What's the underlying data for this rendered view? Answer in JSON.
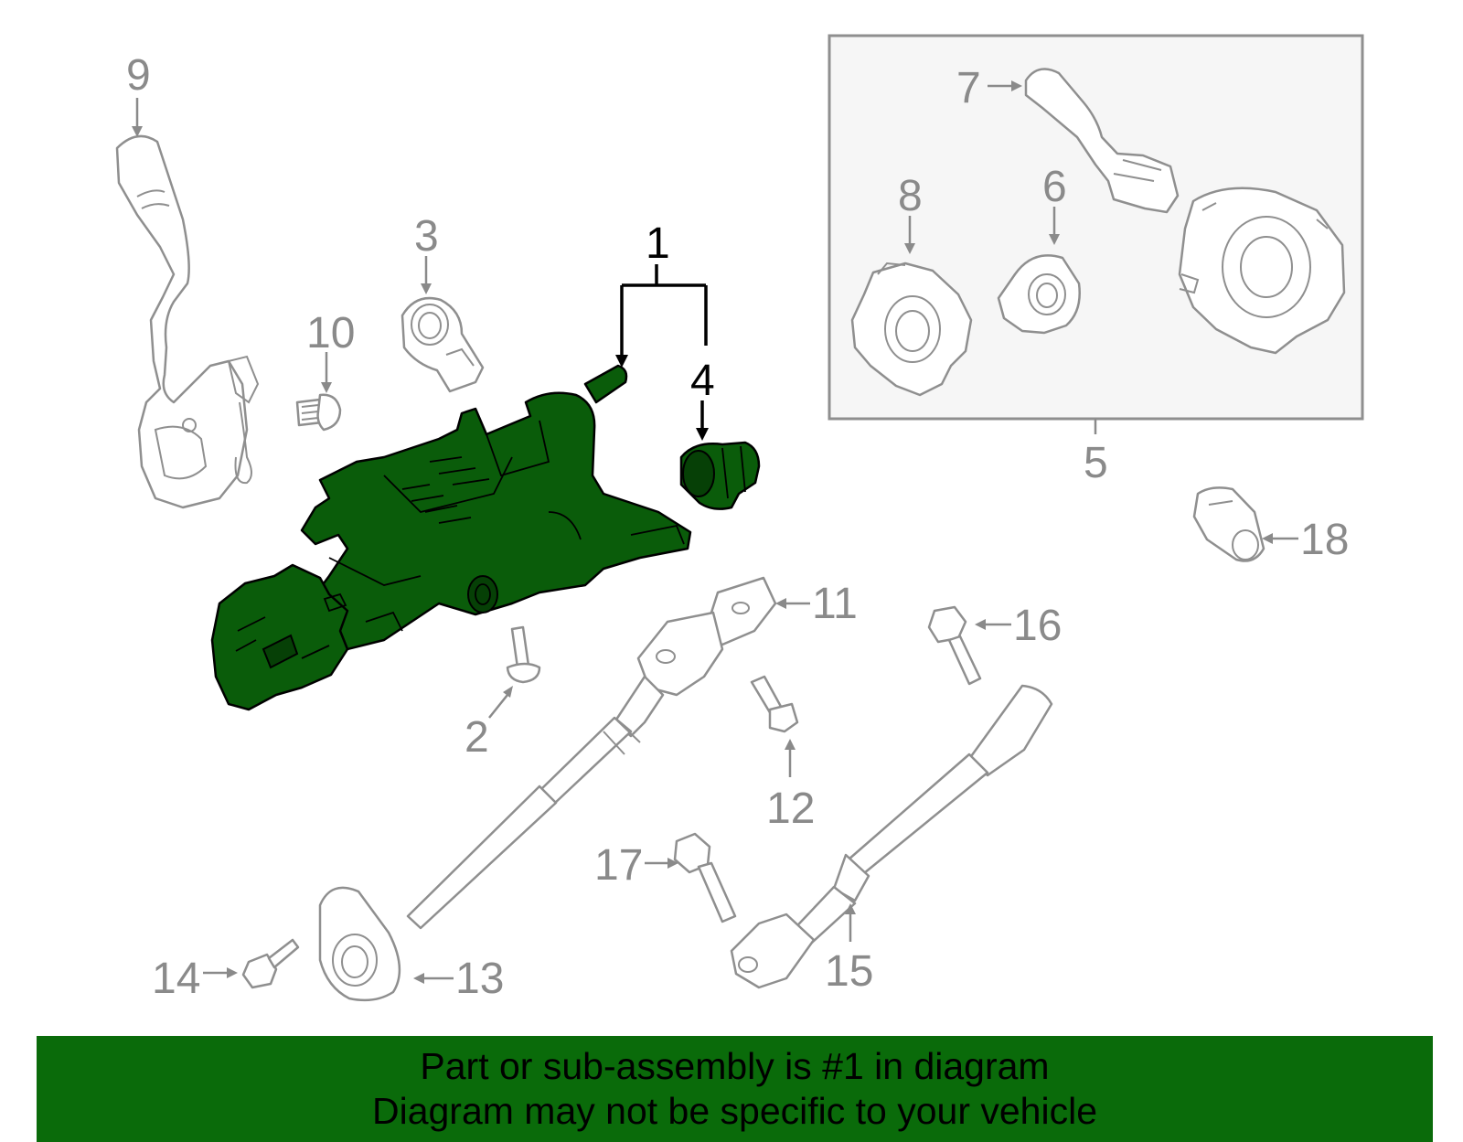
{
  "colors": {
    "highlight_part": "#0a5c0a",
    "banner_background": "#0a6b0a",
    "callout_text": "#8a8a8a",
    "active_callout_text": "#000000",
    "subassembly_box_fill": "#f6f6f6"
  },
  "callouts": {
    "c1": "1",
    "c2": "2",
    "c3": "3",
    "c4": "4",
    "c5": "5",
    "c6": "6",
    "c7": "7",
    "c8": "8",
    "c9": "9",
    "c10": "10",
    "c11": "11",
    "c12": "12",
    "c13": "13",
    "c14": "14",
    "c15": "15",
    "c16": "16",
    "c17": "17",
    "c18": "18"
  },
  "banner": {
    "line1": "Part or sub-assembly is #1 in diagram",
    "line2": "Diagram may not be specific to your vehicle"
  }
}
